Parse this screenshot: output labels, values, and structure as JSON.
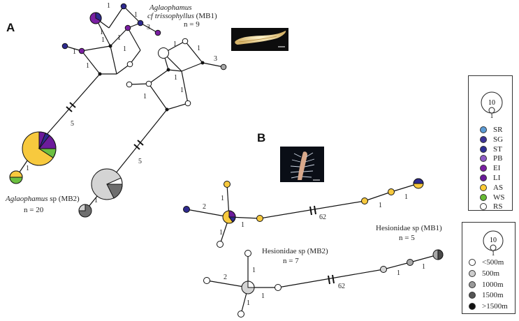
{
  "panel_labels": {
    "a": "A",
    "b": "B"
  },
  "labels": {
    "a_species_1_genus": "Aglaophamus",
    "a_species_1_epithet": "cf trissophyllus",
    "a_species_1_code": " (MB1)",
    "a_species_1_n": "n = 9",
    "a_species_2_genus": "Aglaophamus",
    "a_species_2_rest": " sp (MB2)",
    "a_species_2_n": "n = 20",
    "b_species_1": "Hesionidae sp (MB1)",
    "b_species_1_n": "n = 5",
    "b_species_2": "Hesionidae sp (MB2)",
    "b_species_2_n": "n = 7"
  },
  "mutation_counts": {
    "top_1a": "1",
    "top_1b": "1",
    "top_1c": "1",
    "top_3": "3",
    "top_1d": "1",
    "top_1e": "1",
    "top_1f": "1",
    "top_1g": "1",
    "top_1h": "1",
    "mb1_1a": "1",
    "mb1_1b": "1",
    "mb1_3": "3",
    "mb1_1c": "1",
    "mb1_1d": "1",
    "mb1_1e": "1",
    "a_break_1": "5",
    "a_break_2": "5",
    "a_small_1": "1",
    "a_small_2": "1",
    "b_top_2": "2",
    "b_top_1a": "1",
    "b_top_1b": "1",
    "b_top_62": "62",
    "b_top_1c": "1",
    "b_top_1d": "1",
    "b_bot_2": "2",
    "b_bot_1a": "1",
    "b_bot_1b": "1",
    "b_bot_62": "62",
    "b_bot_1c": "1",
    "b_bot_1d": "1"
  },
  "legend_region": {
    "size_large": "10",
    "size_small": "1",
    "items": [
      {
        "code": "SR",
        "color": "#5b9bd5"
      },
      {
        "code": "SG",
        "color": "#3d3398"
      },
      {
        "code": "ST",
        "color": "#2e3096"
      },
      {
        "code": "PB",
        "color": "#8e5cc6"
      },
      {
        "code": "EI",
        "color": "#7a1fa2"
      },
      {
        "code": "LI",
        "color": "#6a1b9a"
      },
      {
        "code": "AS",
        "color": "#ffcc33"
      },
      {
        "code": "WS",
        "color": "#66bb33"
      },
      {
        "code": "RS",
        "color": "#ffffff"
      }
    ]
  },
  "legend_depth": {
    "size_large": "10",
    "size_small": "1",
    "items": [
      {
        "label": "<500m",
        "color": "#ffffff"
      },
      {
        "label": "500m",
        "color": "#cccccc"
      },
      {
        "label": "1000m",
        "color": "#999999"
      },
      {
        "label": "1500m",
        "color": "#555555"
      },
      {
        "label": ">1500m",
        "color": "#111111"
      }
    ]
  },
  "colors": {
    "purple": "#7a1fa2",
    "navy": "#2e2a8e",
    "yellow": "#f7c93e",
    "green": "#6cc040",
    "white": "#ffffff",
    "light_gray": "#d4d4d4",
    "mid_gray": "#a8a8a8",
    "dark_gray": "#6e6e6e",
    "black": "#111111"
  }
}
